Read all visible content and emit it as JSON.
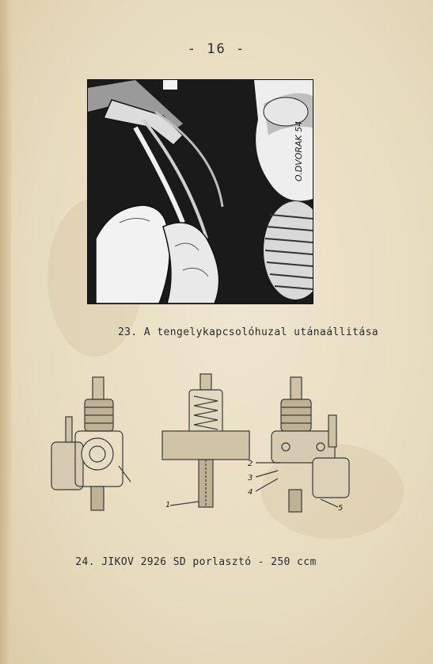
{
  "page": {
    "number": "- 16 -"
  },
  "figures": [
    {
      "caption": "23. A tengelykapcsolóhuzal utánaállitása",
      "signature": "O.DVORAK 54"
    },
    {
      "caption": "24. JIKOV 2926 SD porlasztó - 250 ccm",
      "callouts": [
        "1",
        "2",
        "3",
        "4",
        "5"
      ]
    }
  ]
}
